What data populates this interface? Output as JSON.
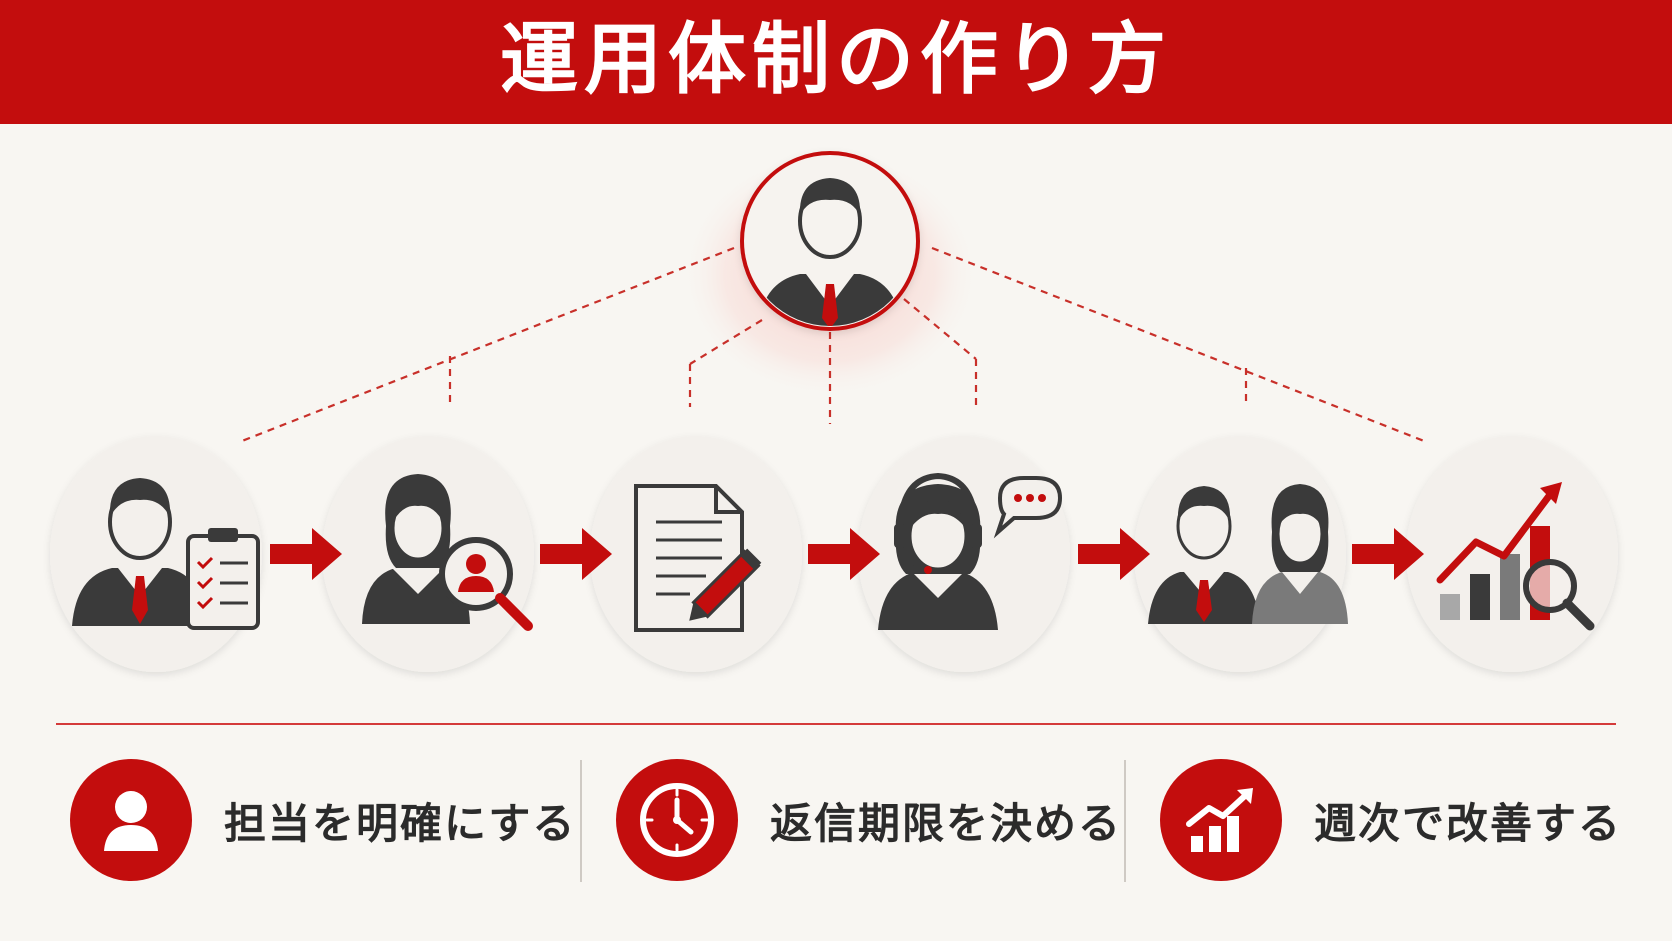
{
  "header": {
    "title": "運用体制の作り方"
  },
  "colors": {
    "accent": "#c30d0d",
    "figure": "#3a3a3a",
    "node_fill": "#f3f0ec",
    "background": "#f8f6f2"
  },
  "diagram": {
    "top_node": {
      "icon": "manager-person-icon"
    },
    "flow_nodes": [
      {
        "icon": "person-with-checklist-icon"
      },
      {
        "icon": "woman-with-magnifier-icon"
      },
      {
        "icon": "document-with-pencil-icon"
      },
      {
        "icon": "operator-headset-chat-icon"
      },
      {
        "icon": "two-people-team-icon"
      },
      {
        "icon": "growth-chart-magnifier-icon"
      }
    ]
  },
  "features": [
    {
      "label": "担当を明確にする",
      "icon": "person-icon"
    },
    {
      "label": "返信期限を決める",
      "icon": "clock-icon"
    },
    {
      "label": "週次で改善する",
      "icon": "growth-chart-icon"
    }
  ]
}
